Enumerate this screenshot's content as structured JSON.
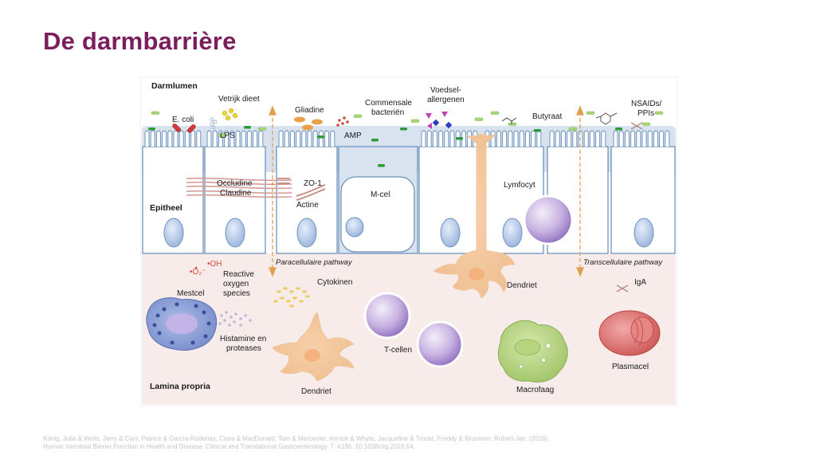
{
  "slide": {
    "title": "De darmbarrière",
    "citation": {
      "line1": "König, Julia & Wells, Jerry & Cani, Patrice & García-Ródenas, Clara & MacDonald, Tom & Mercenier, Annick & Whyte, Jacqueline & Troost, Freddy & Brummer, Robert-Jan. (2016).",
      "line2": "Human Intestinal Barrier Function in Health and Disease. Clinical and Translational Gastroenterology. 7. e196. 10.1038/ctg.2016.54."
    }
  },
  "diagram": {
    "regions": {
      "lumen": "Darmlumen",
      "epithelium": "Epitheel",
      "lamina": "Lamina propria"
    },
    "labels": {
      "ecoli": "E. coli",
      "fatdiet": "Vetrijk dieet",
      "lps": "LPS",
      "gliadin": "Gliadine",
      "amp": "AMP",
      "commensal_1": "Commensale",
      "commensal_2": "bacteriën",
      "allergen_1": "Voedsel-",
      "allergen_2": "allergenen",
      "butyrate": "Butyraat",
      "nsaid_1": "NSAIDs/",
      "nsaid_2": "PPIs",
      "occludin": "Occludine",
      "claudin": "Claudine",
      "zo1": "ZO-1",
      "actin": "Actine",
      "mcell": "M-cel",
      "lymphocyte": "Lymfocyt",
      "paracellular": "Paracellulaire pathway",
      "transcellular": "Transcellulaire pathway",
      "o2": "•O₂⁻",
      "oh": "•OH",
      "ros_1": "Reactive",
      "ros_2": "oxygen",
      "ros_3": "species",
      "mastcell": "Mestcel",
      "cytokines": "Cytokinen",
      "histamine_1": "Histamine en",
      "histamine_2": "proteases",
      "dendritic_top": "Dendriet",
      "dendritic_bottom": "Dendriet",
      "tcells": "T-cellen",
      "macrophage": "Macrofaag",
      "iga": "IgA",
      "plasmacell": "Plasmacel"
    }
  },
  "colors": {
    "title": "#7a1e5c",
    "lumen": "#dbe6f1",
    "epithelium_line": "#6f93bd",
    "lamina": "#f8ecea",
    "arrow": "#e0a050"
  }
}
